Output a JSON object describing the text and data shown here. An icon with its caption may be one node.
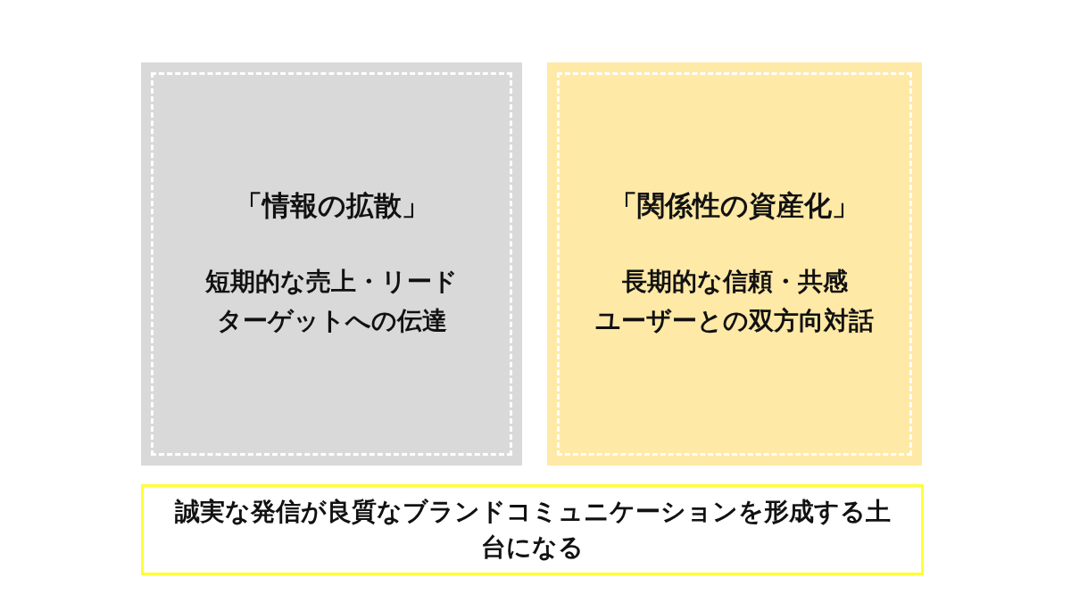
{
  "diagram": {
    "nodes": [
      {
        "text": [
          "「情報の拡散」",
          "短期的な売上・リード",
          "ターゲットへの伝達"
        ]
      },
      {
        "text": [
          "「関係性の資産化」",
          "長期的な信頼・共感",
          "ユーザーとの双方向対話"
        ]
      },
      {
        "text": [
          "誠実な発信が良質なブランドコミュニケーションを形成する土台になる"
        ]
      }
    ],
    "edges": []
  }
}
